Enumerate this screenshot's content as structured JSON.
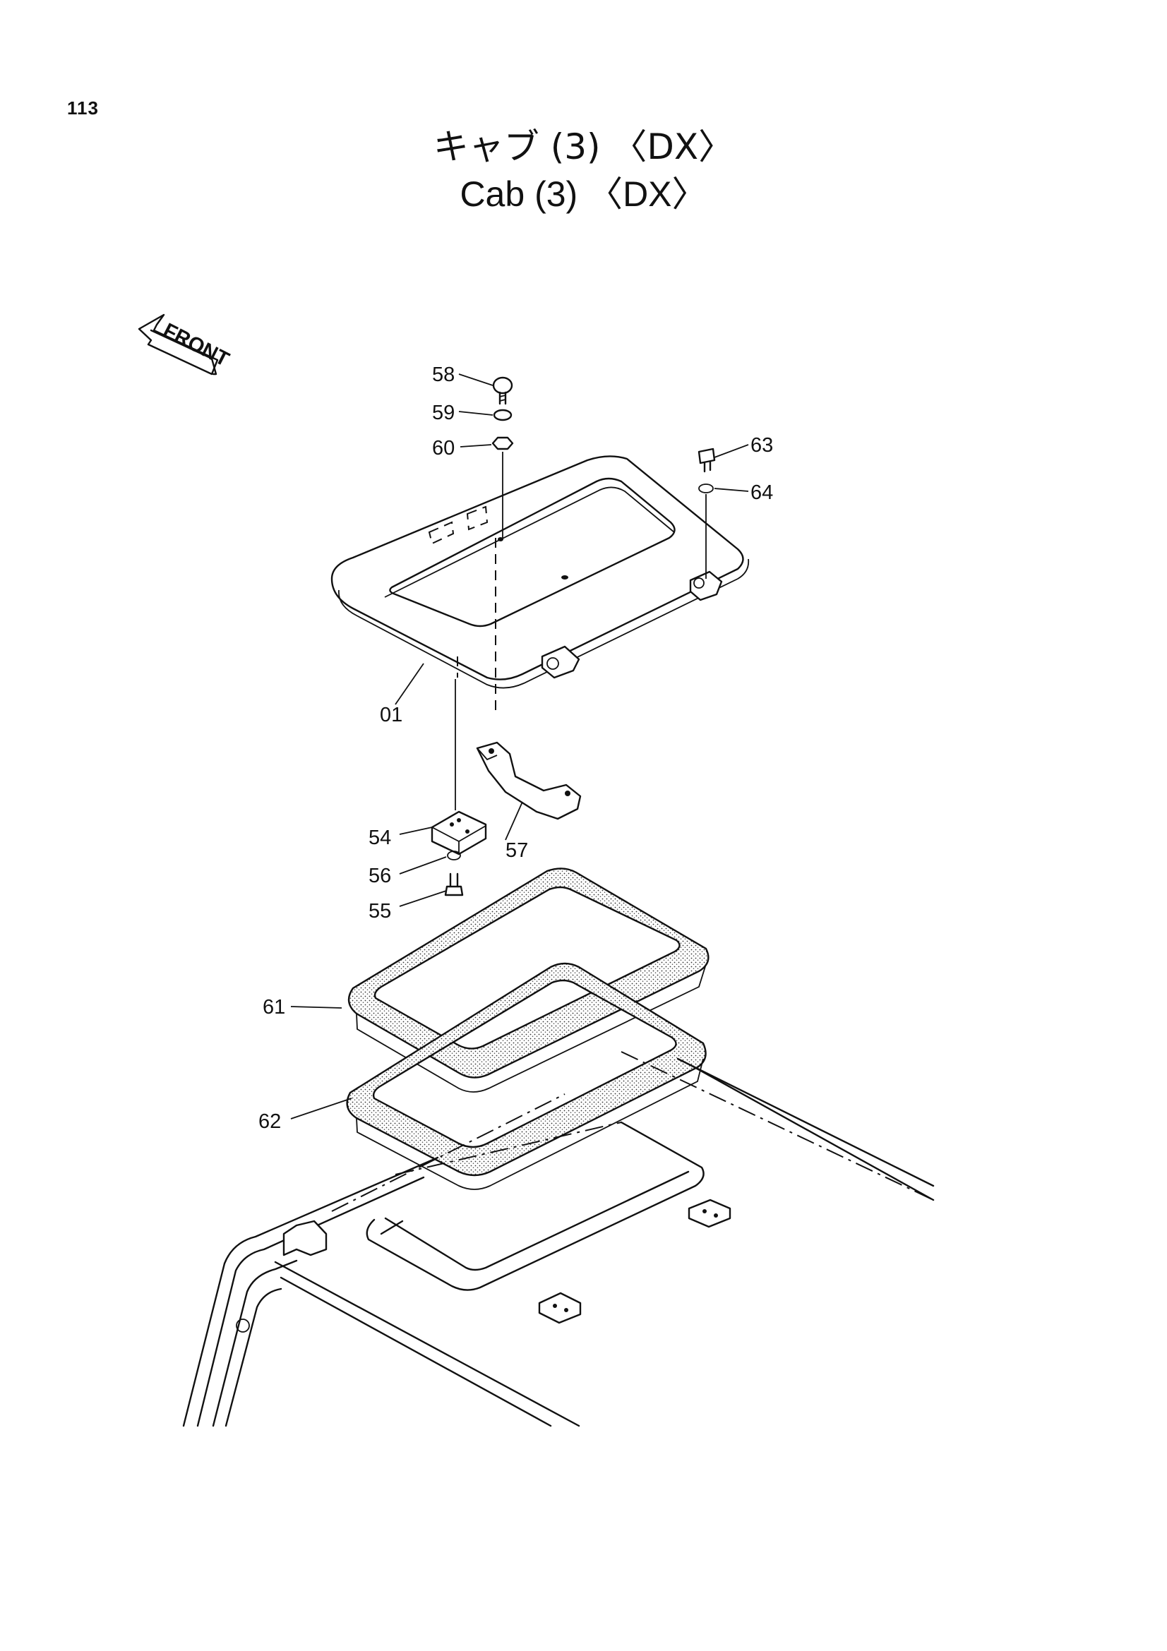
{
  "page": {
    "number": "113",
    "title_jp": "キャブ (3) 〈DX〉",
    "title_en": "Cab (3) 〈DX〉"
  },
  "front_marker": {
    "label": "FRONT",
    "icon": "front-arrow-icon"
  },
  "callouts": {
    "p58": "58",
    "p59": "59",
    "p60": "60",
    "p63": "63",
    "p64": "64",
    "p01": "01",
    "p54": "54",
    "p56": "56",
    "p55": "55",
    "p57": "57",
    "p61": "61",
    "p62": "62"
  },
  "colors": {
    "ink": "#111111",
    "paper": "#ffffff"
  }
}
